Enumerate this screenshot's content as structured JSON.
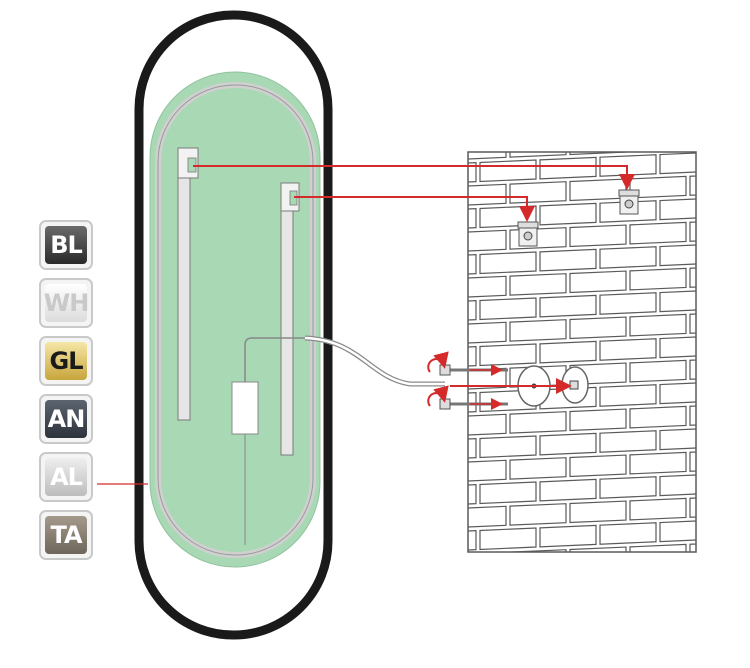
{
  "finish_badges": [
    {
      "code": "BL",
      "style": "dark-black"
    },
    {
      "code": "WH",
      "style": "white"
    },
    {
      "code": "GL",
      "style": "gold"
    },
    {
      "code": "AN",
      "style": "anthracite"
    },
    {
      "code": "AL",
      "style": "aluminium"
    },
    {
      "code": "TA",
      "style": "taupe"
    }
  ],
  "colors": {
    "frame": "#1a1a1a",
    "backing_plate": "#a9d8b5",
    "leader_lines": "#d42a2a",
    "brick_fill": "#ffffff",
    "brick_mortar": "#5a5a5a"
  },
  "icons": [
    "wall-hook-icon",
    "screw-icon",
    "rotate-arrow-icon",
    "junction-box-icon"
  ]
}
